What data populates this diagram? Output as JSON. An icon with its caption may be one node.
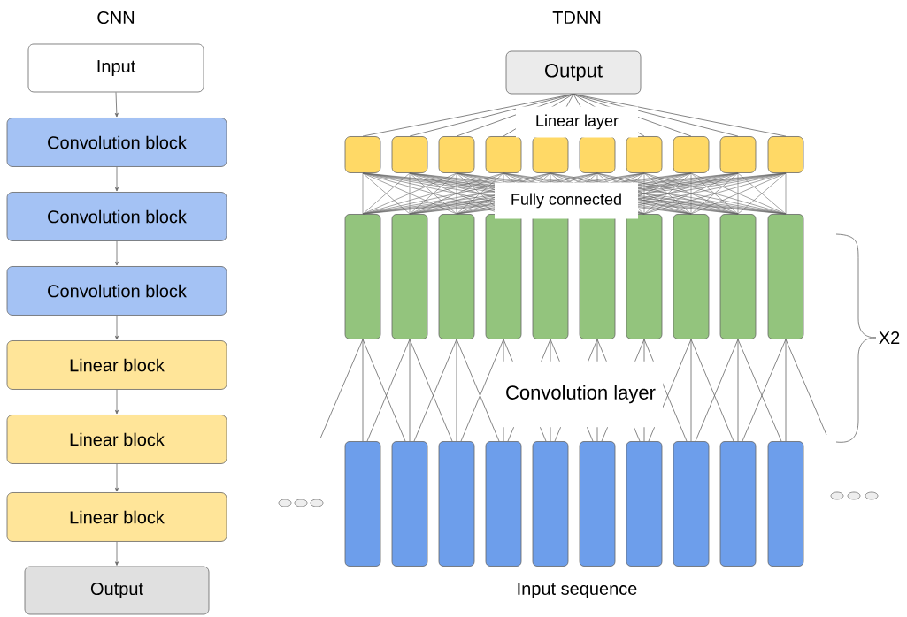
{
  "diagram": {
    "nodes": [
      {
        "text": [
          "Input"
        ]
      },
      {
        "text": [
          "Convolution block"
        ]
      },
      {
        "text": [
          "Convolution block"
        ]
      },
      {
        "text": [
          "Convolution block"
        ]
      },
      {
        "text": [
          "Linear block"
        ]
      },
      {
        "text": [
          "Linear block"
        ]
      },
      {
        "text": [
          "Linear block"
        ]
      },
      {
        "text": [
          "Output"
        ]
      },
      {
        "text": [
          "Output"
        ]
      },
      {
        "text": [],
        "shape": "box"
      },
      {
        "text": [],
        "shape": "box"
      },
      {
        "text": [],
        "shape": "box"
      },
      {
        "text": [],
        "shape": "box"
      },
      {
        "text": [],
        "shape": "box"
      },
      {
        "text": [],
        "shape": "box"
      },
      {
        "text": [],
        "shape": "box"
      },
      {
        "text": [],
        "shape": "box"
      },
      {
        "text": [],
        "shape": "box"
      },
      {
        "text": [],
        "shape": "box"
      },
      {
        "text": [],
        "shape": "bar"
      },
      {
        "text": [],
        "shape": "bar"
      },
      {
        "text": [],
        "shape": "bar"
      },
      {
        "text": [],
        "shape": "bar"
      },
      {
        "text": [],
        "shape": "bar"
      },
      {
        "text": [],
        "shape": "bar"
      },
      {
        "text": [],
        "shape": "bar"
      },
      {
        "text": [],
        "shape": "bar"
      },
      {
        "text": [],
        "shape": "bar"
      },
      {
        "text": [],
        "shape": "bar"
      },
      {
        "text": [],
        "shape": "bar"
      },
      {
        "text": [],
        "shape": "bar"
      },
      {
        "text": [],
        "shape": "bar"
      },
      {
        "text": [],
        "shape": "bar"
      },
      {
        "text": [],
        "shape": "bar"
      },
      {
        "text": [],
        "shape": "bar"
      },
      {
        "text": [],
        "shape": "bar"
      },
      {
        "text": [],
        "shape": "bar"
      },
      {
        "text": [],
        "shape": "bar"
      },
      {
        "text": [],
        "shape": "bar"
      }
    ],
    "edges": [
      {
        "from": 0,
        "to": 1,
        "arrow": "to"
      },
      {
        "from": 1,
        "to": 2,
        "arrow": "to"
      },
      {
        "from": 2,
        "to": 3,
        "arrow": "to"
      },
      {
        "from": 3,
        "to": 4,
        "arrow": "to"
      },
      {
        "from": 4,
        "to": 5,
        "arrow": "to"
      },
      {
        "from": 5,
        "to": 6,
        "arrow": "to"
      },
      {
        "from": 6,
        "to": 7,
        "arrow": "to"
      },
      {
        "from": 8,
        "to": 9,
        "arrow": "none"
      },
      {
        "from": 8,
        "to": 10,
        "arrow": "none"
      },
      {
        "from": 8,
        "to": 11,
        "arrow": "none"
      },
      {
        "from": 8,
        "to": 12,
        "arrow": "none"
      },
      {
        "from": 8,
        "to": 13,
        "arrow": "none"
      },
      {
        "from": 8,
        "to": 14,
        "arrow": "none"
      },
      {
        "from": 8,
        "to": 15,
        "arrow": "none"
      },
      {
        "from": 8,
        "to": 16,
        "arrow": "none"
      },
      {
        "from": 8,
        "to": 17,
        "arrow": "none"
      },
      {
        "from": 8,
        "to": 18,
        "arrow": "none"
      },
      {
        "from": 9,
        "to": 19,
        "arrow": "none"
      },
      {
        "from": 9,
        "to": 20,
        "arrow": "none"
      },
      {
        "from": 9,
        "to": 21,
        "arrow": "none"
      },
      {
        "from": 9,
        "to": 22,
        "arrow": "none"
      },
      {
        "from": 9,
        "to": 23,
        "arrow": "none"
      },
      {
        "from": 9,
        "to": 24,
        "arrow": "none"
      },
      {
        "from": 9,
        "to": 25,
        "arrow": "none"
      },
      {
        "from": 9,
        "to": 26,
        "arrow": "none"
      },
      {
        "from": 9,
        "to": 27,
        "arrow": "none"
      },
      {
        "from": 9,
        "to": 28,
        "arrow": "none"
      },
      {
        "from": 10,
        "to": 19,
        "arrow": "none"
      },
      {
        "from": 10,
        "to": 20,
        "arrow": "none"
      },
      {
        "from": 10,
        "to": 21,
        "arrow": "none"
      },
      {
        "from": 10,
        "to": 22,
        "arrow": "none"
      },
      {
        "from": 10,
        "to": 23,
        "arrow": "none"
      },
      {
        "from": 10,
        "to": 24,
        "arrow": "none"
      },
      {
        "from": 10,
        "to": 25,
        "arrow": "none"
      },
      {
        "from": 10,
        "to": 26,
        "arrow": "none"
      },
      {
        "from": 10,
        "to": 27,
        "arrow": "none"
      },
      {
        "from": 10,
        "to": 28,
        "arrow": "none"
      },
      {
        "from": 11,
        "to": 19,
        "arrow": "none"
      },
      {
        "from": 11,
        "to": 20,
        "arrow": "none"
      },
      {
        "from": 11,
        "to": 21,
        "arrow": "none"
      },
      {
        "from": 11,
        "to": 22,
        "arrow": "none"
      },
      {
        "from": 11,
        "to": 23,
        "arrow": "none"
      },
      {
        "from": 11,
        "to": 24,
        "arrow": "none"
      },
      {
        "from": 11,
        "to": 25,
        "arrow": "none"
      },
      {
        "from": 11,
        "to": 26,
        "arrow": "none"
      },
      {
        "from": 11,
        "to": 27,
        "arrow": "none"
      },
      {
        "from": 11,
        "to": 28,
        "arrow": "none"
      },
      {
        "from": 12,
        "to": 19,
        "arrow": "none"
      },
      {
        "from": 12,
        "to": 20,
        "arrow": "none"
      },
      {
        "from": 12,
        "to": 21,
        "arrow": "none"
      },
      {
        "from": 12,
        "to": 22,
        "arrow": "none"
      },
      {
        "from": 12,
        "to": 23,
        "arrow": "none"
      },
      {
        "from": 12,
        "to": 24,
        "arrow": "none"
      },
      {
        "from": 12,
        "to": 25,
        "arrow": "none"
      },
      {
        "from": 12,
        "to": 26,
        "arrow": "none"
      },
      {
        "from": 12,
        "to": 27,
        "arrow": "none"
      },
      {
        "from": 12,
        "to": 28,
        "arrow": "none"
      },
      {
        "from": 13,
        "to": 19,
        "arrow": "none"
      },
      {
        "from": 13,
        "to": 20,
        "arrow": "none"
      },
      {
        "from": 13,
        "to": 21,
        "arrow": "none"
      },
      {
        "from": 13,
        "to": 22,
        "arrow": "none"
      },
      {
        "from": 13,
        "to": 23,
        "arrow": "none"
      },
      {
        "from": 13,
        "to": 24,
        "arrow": "none"
      },
      {
        "from": 13,
        "to": 25,
        "arrow": "none"
      },
      {
        "from": 13,
        "to": 26,
        "arrow": "none"
      },
      {
        "from": 13,
        "to": 27,
        "arrow": "none"
      },
      {
        "from": 13,
        "to": 28,
        "arrow": "none"
      },
      {
        "from": 14,
        "to": 19,
        "arrow": "none"
      },
      {
        "from": 14,
        "to": 20,
        "arrow": "none"
      },
      {
        "from": 14,
        "to": 21,
        "arrow": "none"
      },
      {
        "from": 14,
        "to": 22,
        "arrow": "none"
      },
      {
        "from": 14,
        "to": 23,
        "arrow": "none"
      },
      {
        "from": 14,
        "to": 24,
        "arrow": "none"
      },
      {
        "from": 14,
        "to": 25,
        "arrow": "none"
      },
      {
        "from": 14,
        "to": 26,
        "arrow": "none"
      },
      {
        "from": 14,
        "to": 27,
        "arrow": "none"
      },
      {
        "from": 14,
        "to": 28,
        "arrow": "none"
      },
      {
        "from": 15,
        "to": 19,
        "arrow": "none"
      },
      {
        "from": 15,
        "to": 20,
        "arrow": "none"
      },
      {
        "from": 15,
        "to": 21,
        "arrow": "none"
      },
      {
        "from": 15,
        "to": 22,
        "arrow": "none"
      },
      {
        "from": 15,
        "to": 23,
        "arrow": "none"
      },
      {
        "from": 15,
        "to": 24,
        "arrow": "none"
      },
      {
        "from": 15,
        "to": 25,
        "arrow": "none"
      },
      {
        "from": 15,
        "to": 26,
        "arrow": "none"
      },
      {
        "from": 15,
        "to": 27,
        "arrow": "none"
      },
      {
        "from": 15,
        "to": 28,
        "arrow": "none"
      },
      {
        "from": 16,
        "to": 19,
        "arrow": "none"
      },
      {
        "from": 16,
        "to": 20,
        "arrow": "none"
      },
      {
        "from": 16,
        "to": 21,
        "arrow": "none"
      },
      {
        "from": 16,
        "to": 22,
        "arrow": "none"
      },
      {
        "from": 16,
        "to": 23,
        "arrow": "none"
      },
      {
        "from": 16,
        "to": 24,
        "arrow": "none"
      },
      {
        "from": 16,
        "to": 25,
        "arrow": "none"
      },
      {
        "from": 16,
        "to": 26,
        "arrow": "none"
      },
      {
        "from": 16,
        "to": 27,
        "arrow": "none"
      },
      {
        "from": 16,
        "to": 28,
        "arrow": "none"
      },
      {
        "from": 17,
        "to": 19,
        "arrow": "none"
      },
      {
        "from": 17,
        "to": 20,
        "arrow": "none"
      },
      {
        "from": 17,
        "to": 21,
        "arrow": "none"
      },
      {
        "from": 17,
        "to": 22,
        "arrow": "none"
      },
      {
        "from": 17,
        "to": 23,
        "arrow": "none"
      },
      {
        "from": 17,
        "to": 24,
        "arrow": "none"
      },
      {
        "from": 17,
        "to": 25,
        "arrow": "none"
      },
      {
        "from": 17,
        "to": 26,
        "arrow": "none"
      },
      {
        "from": 17,
        "to": 27,
        "arrow": "none"
      },
      {
        "from": 17,
        "to": 28,
        "arrow": "none"
      },
      {
        "from": 18,
        "to": 19,
        "arrow": "none"
      },
      {
        "from": 18,
        "to": 20,
        "arrow": "none"
      },
      {
        "from": 18,
        "to": 21,
        "arrow": "none"
      },
      {
        "from": 18,
        "to": 22,
        "arrow": "none"
      },
      {
        "from": 18,
        "to": 23,
        "arrow": "none"
      },
      {
        "from": 18,
        "to": 24,
        "arrow": "none"
      },
      {
        "from": 18,
        "to": 25,
        "arrow": "none"
      },
      {
        "from": 18,
        "to": 26,
        "arrow": "none"
      },
      {
        "from": 18,
        "to": 27,
        "arrow": "none"
      },
      {
        "from": 18,
        "to": 28,
        "arrow": "none"
      },
      {
        "from": 19,
        "to": null,
        "arrow": "none"
      },
      {
        "from": 19,
        "to": 29,
        "arrow": "none"
      },
      {
        "from": 19,
        "to": 30,
        "arrow": "none"
      },
      {
        "from": 20,
        "to": 29,
        "arrow": "none"
      },
      {
        "from": 20,
        "to": 30,
        "arrow": "none"
      },
      {
        "from": 20,
        "to": 31,
        "arrow": "none"
      },
      {
        "from": 21,
        "to": 30,
        "arrow": "none"
      },
      {
        "from": 21,
        "to": 31,
        "arrow": "none"
      },
      {
        "from": 21,
        "to": 32,
        "arrow": "none"
      },
      {
        "from": 22,
        "to": 31,
        "arrow": "none"
      },
      {
        "from": 22,
        "to": 32,
        "arrow": "none"
      },
      {
        "from": 22,
        "to": 33,
        "arrow": "none"
      },
      {
        "from": 23,
        "to": 32,
        "arrow": "none"
      },
      {
        "from": 23,
        "to": 33,
        "arrow": "none"
      },
      {
        "from": 23,
        "to": 34,
        "arrow": "none"
      },
      {
        "from": 24,
        "to": 33,
        "arrow": "none"
      },
      {
        "from": 24,
        "to": 34,
        "arrow": "none"
      },
      {
        "from": 24,
        "to": 35,
        "arrow": "none"
      },
      {
        "from": 25,
        "to": 34,
        "arrow": "none"
      },
      {
        "from": 25,
        "to": 35,
        "arrow": "none"
      },
      {
        "from": 25,
        "to": 36,
        "arrow": "none"
      },
      {
        "from": 26,
        "to": 35,
        "arrow": "none"
      },
      {
        "from": 26,
        "to": 36,
        "arrow": "none"
      },
      {
        "from": 26,
        "to": 37,
        "arrow": "none"
      },
      {
        "from": 27,
        "to": 36,
        "arrow": "none"
      },
      {
        "from": 27,
        "to": 37,
        "arrow": "none"
      },
      {
        "from": 27,
        "to": 38,
        "arrow": "none"
      },
      {
        "from": 28,
        "to": 37,
        "arrow": "none"
      },
      {
        "from": 28,
        "to": 38,
        "arrow": "none"
      },
      {
        "from": 28,
        "to": null,
        "arrow": "none"
      }
    ],
    "labels": [
      "CNN",
      "TDNN",
      "Linear layer",
      "Fully connected",
      "X2",
      "Convolution layer",
      "Input sequence"
    ]
  }
}
